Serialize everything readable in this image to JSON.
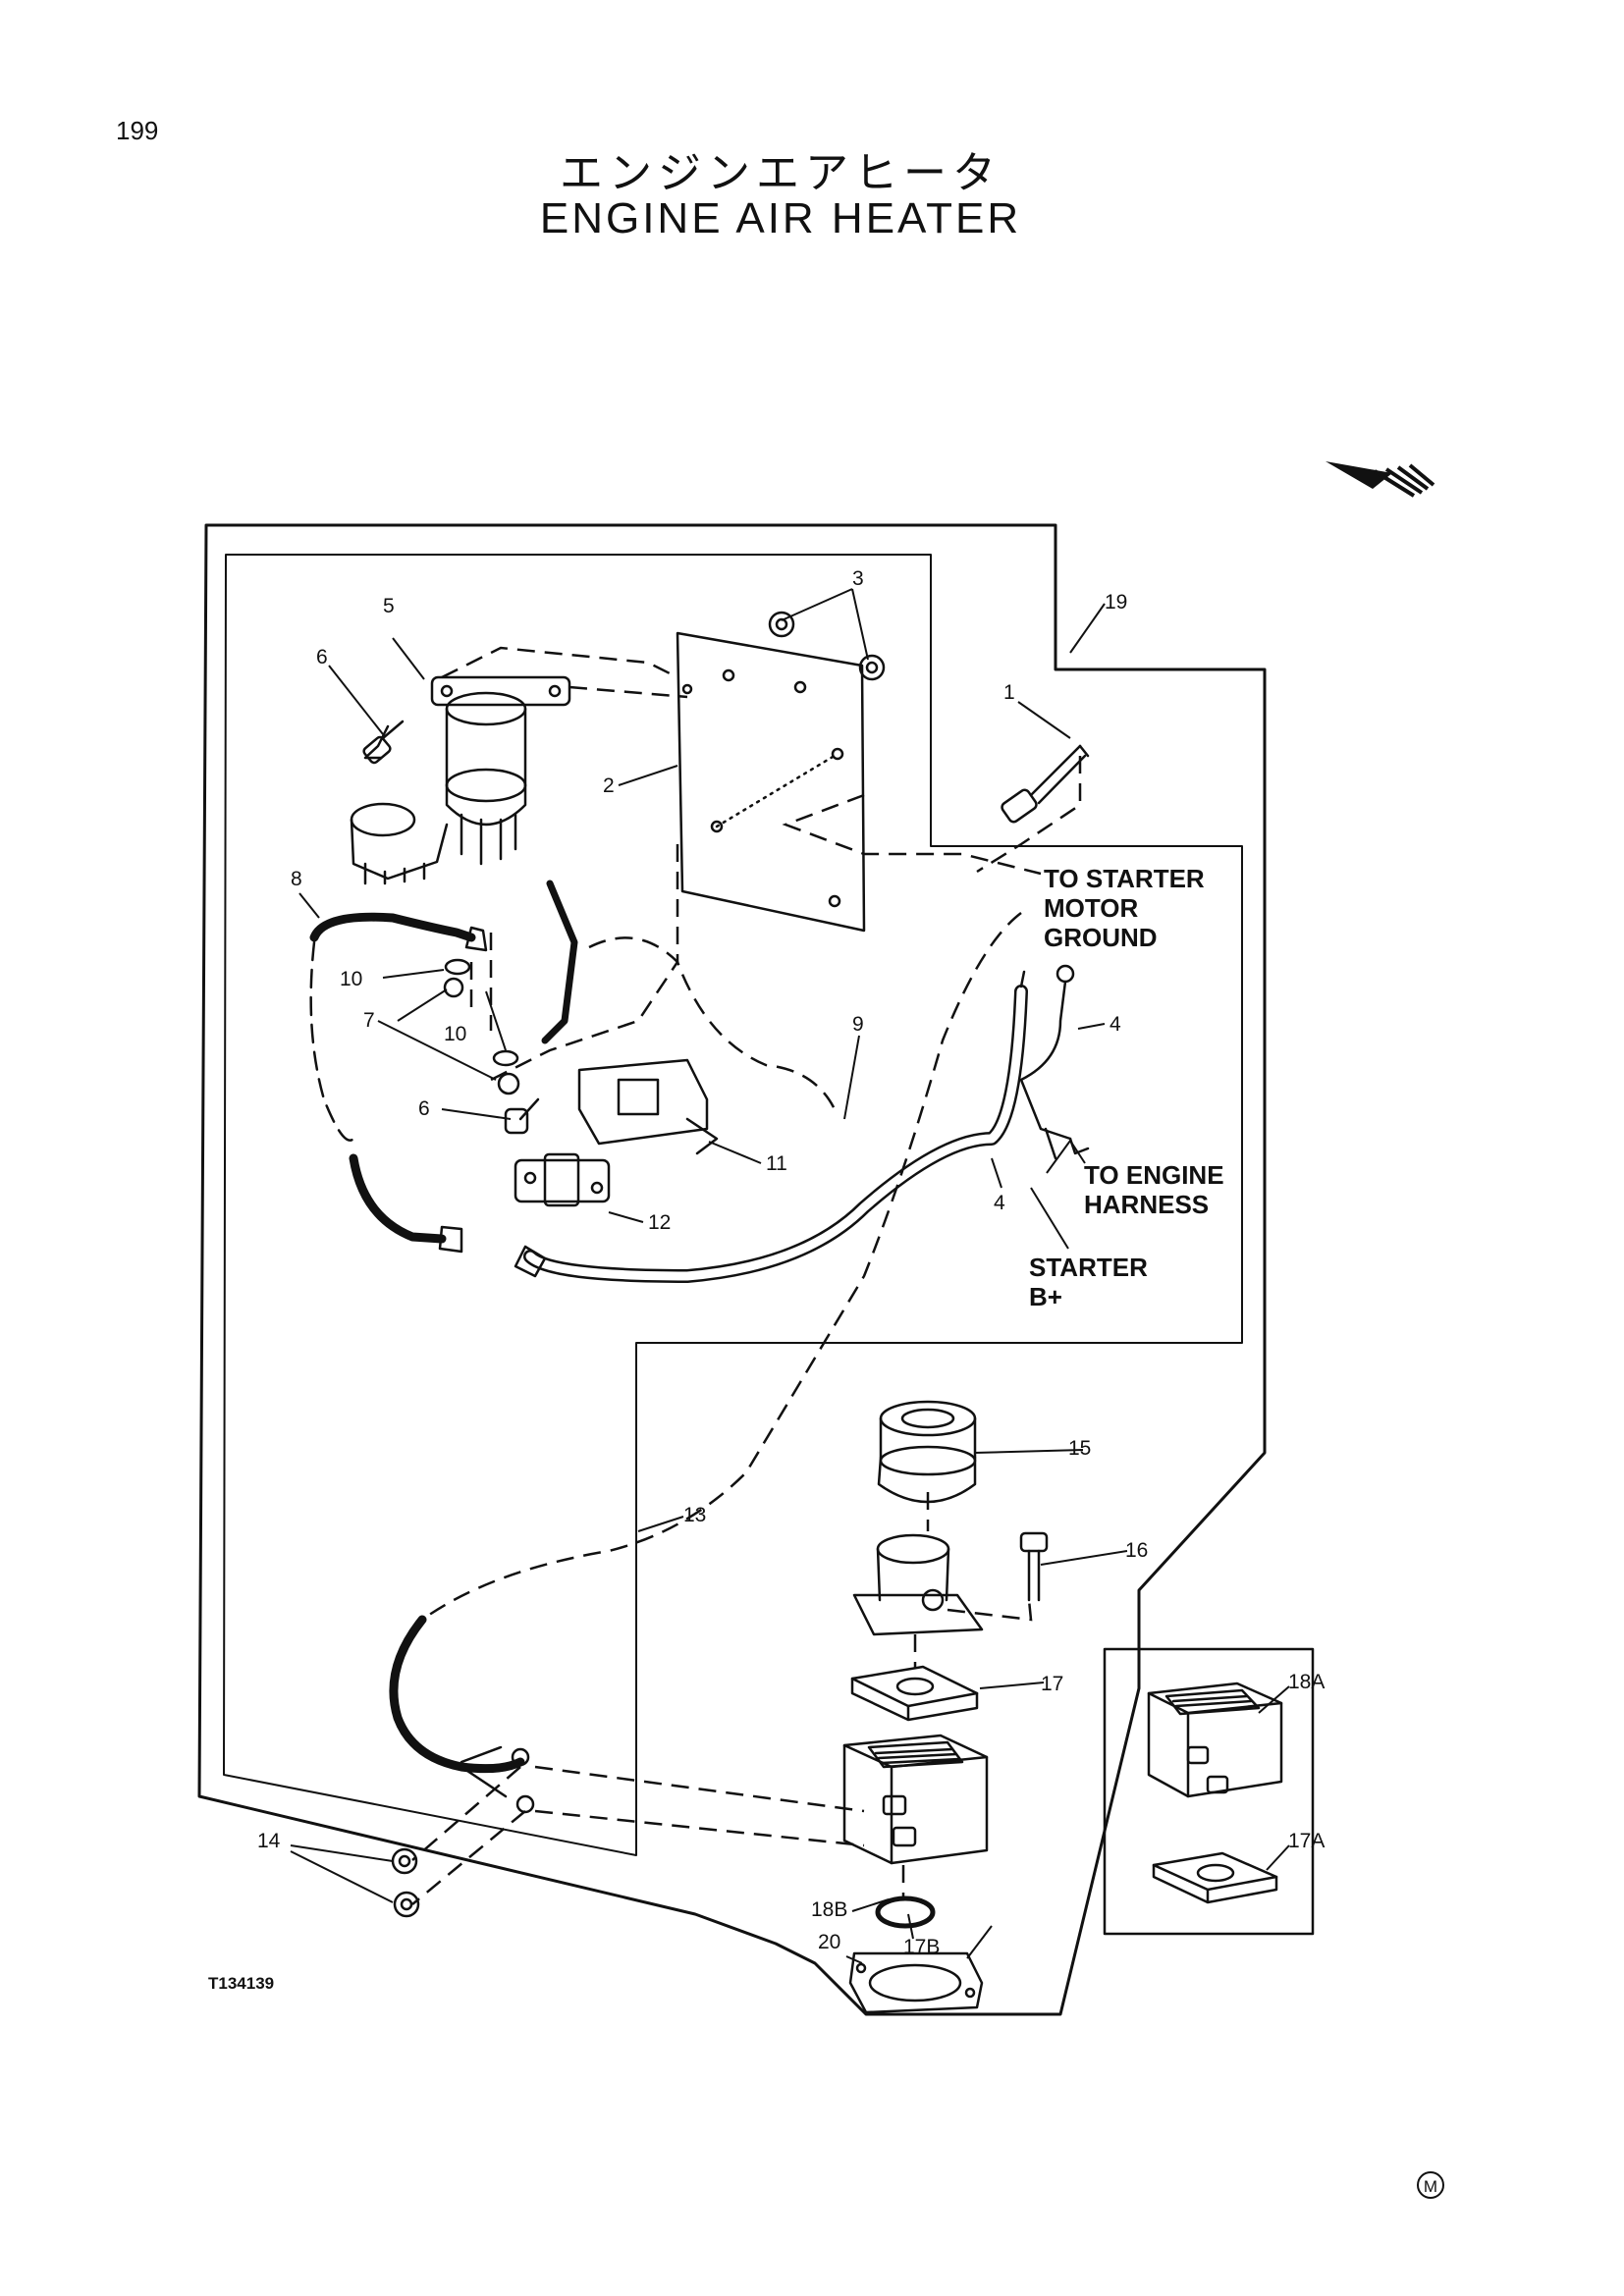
{
  "page_number": "199",
  "title_jp": "エンジンエアヒータ",
  "title_en": "ENGINE AIR HEATER",
  "figure_id": "T134139",
  "mark": "M",
  "callouts": {
    "c1": "1",
    "c2": "2",
    "c3": "3",
    "c4a": "4",
    "c4b": "4",
    "c5": "5",
    "c6a": "6",
    "c6b": "6",
    "c7": "7",
    "c8": "8",
    "c9": "9",
    "c10a": "10",
    "c10b": "10",
    "c11": "11",
    "c12": "12",
    "c13": "13",
    "c14": "14",
    "c15": "15",
    "c16": "16",
    "c17": "17",
    "c17a": "17A",
    "c17b": "17B",
    "c18a": "18A",
    "c18b": "18B",
    "c19": "19",
    "c20": "20"
  },
  "notes": {
    "starter_ground": [
      "TO STARTER",
      "MOTOR",
      "GROUND"
    ],
    "engine_harness": [
      "TO ENGINE",
      "HARNESS"
    ],
    "starter_b": [
      "STARTER",
      "B+"
    ]
  }
}
